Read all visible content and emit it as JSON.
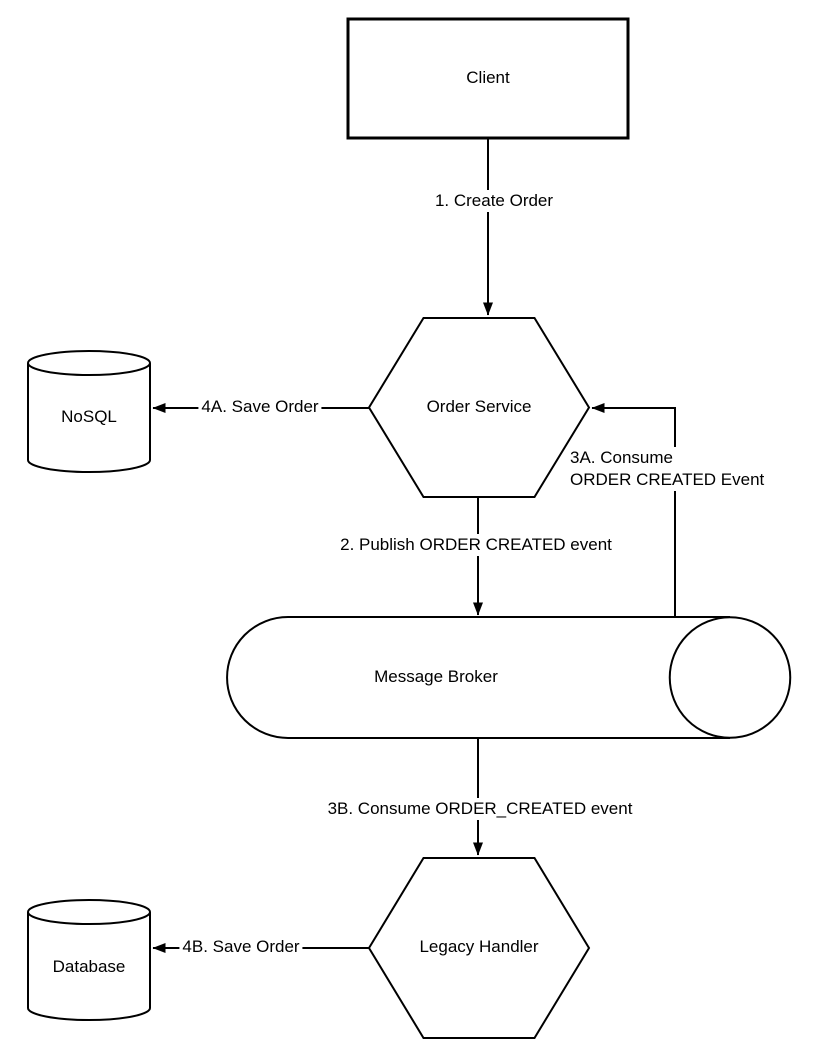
{
  "colors": {
    "background": "#ffffff",
    "shape_fill": "#ffffff",
    "line": "#000000",
    "text": "#000000"
  },
  "nodes": {
    "client": {
      "label": "Client",
      "shape": "rectangle"
    },
    "order_service": {
      "label": "Order Service",
      "shape": "hexagon"
    },
    "nosql": {
      "label": "NoSQL",
      "shape": "database-cylinder"
    },
    "message_broker": {
      "label": "Message Broker",
      "shape": "horizontal-pipe"
    },
    "legacy_handler": {
      "label": "Legacy Handler",
      "shape": "hexagon"
    },
    "database": {
      "label": "Database",
      "shape": "database-cylinder"
    }
  },
  "edges": {
    "create_order": {
      "label": "1. Create Order",
      "from": "Client",
      "to": "Order Service"
    },
    "save_order_a": {
      "label": "4A. Save Order",
      "from": "Order Service",
      "to": "NoSQL"
    },
    "publish_event": {
      "label": "2. Publish ORDER CREATED event",
      "from": "Order Service",
      "to": "Message Broker"
    },
    "consume_a": {
      "label_line1": "3A. Consume",
      "label_line2": "ORDER CREATED Event",
      "from": "Message Broker",
      "to": "Order Service"
    },
    "consume_b": {
      "label": "3B. Consume ORDER_CREATED event",
      "from": "Message Broker",
      "to": "Legacy Handler"
    },
    "save_order_b": {
      "label": "4B. Save Order",
      "from": "Legacy Handler",
      "to": "Database"
    }
  }
}
